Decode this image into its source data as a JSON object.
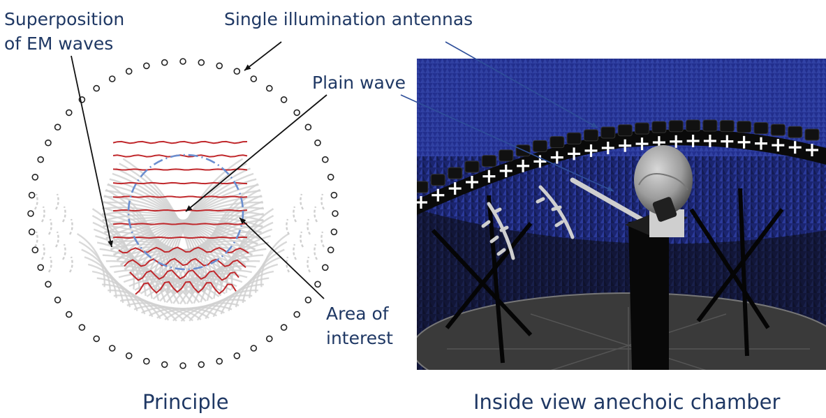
{
  "labels": {
    "superposition_line1": "Superposition",
    "superposition_line2": "of EM waves",
    "antennas": "Single illumination antennas",
    "plain_wave": "Plain wave",
    "area_line1": "Area of",
    "area_line2": "interest"
  },
  "captions": {
    "left": "Principle",
    "right": "Inside view anechoic chamber"
  },
  "colors": {
    "text": "#1f3864",
    "wave": "#c0282c",
    "area_outline": "#6b8fd0",
    "antenna_ring": "#222222",
    "superposition": "#cfcfcf",
    "chamber_absorber": "#1e2a78",
    "chamber_dark": "#0b0b0b"
  },
  "photo": {
    "icons": [
      "antenna-marker-icon",
      "head-phantom-icon",
      "phone-icon",
      "probe-arm-icon",
      "pedestal-icon"
    ]
  }
}
